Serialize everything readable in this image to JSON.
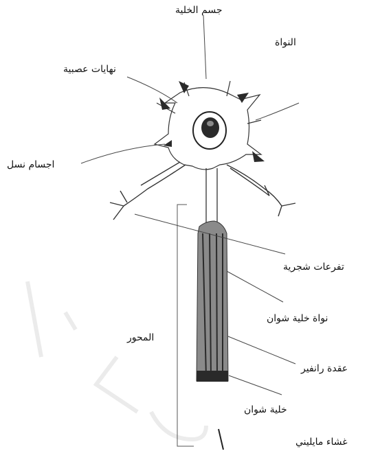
{
  "diagram": {
    "labels": {
      "cell_body": "جسم الخلية",
      "nucleus": "النواة",
      "nerve_endings": "نهايات عصبية",
      "nissl_bodies": "اجسام نسل",
      "dendrites": "تفرعات شجرية",
      "schwann_nucleus": "نواة خلية شوان",
      "axon": "المحور",
      "ranvier_node": "عقدة رانفير",
      "schwann_cell": "خلية شوان",
      "myelin_sheath": "غشاء مايليني"
    },
    "watermark": "Bikaa"
  },
  "colors": {
    "ink": "#111111",
    "stroke": "#333333",
    "shade": "#8a8a8a",
    "dark": "#2a2a2a",
    "watermark": "#c8c8c8"
  }
}
